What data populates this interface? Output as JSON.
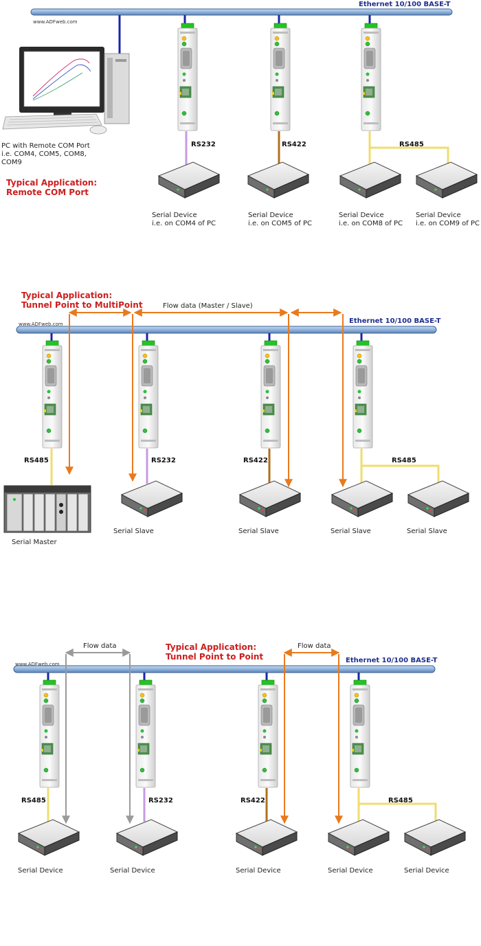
{
  "panels": [
    {
      "website": "www.ADFweb.com",
      "bus_label": "Ethernet 10/100 BASE-T",
      "title_line1": "Typical Application:",
      "title_line2": "Remote COM Port",
      "pc_label_line1": "PC with Remote COM Port",
      "pc_label_line2": "i.e. COM4, COM5, COM8,",
      "pc_label_line3": "COM9",
      "protocols": [
        "RS232",
        "RS422",
        "RS485"
      ],
      "devices": [
        {
          "line1": "Serial Device",
          "line2": "i.e. on COM4 of PC"
        },
        {
          "line1": "Serial Device",
          "line2": "i.e. on COM5 of PC"
        },
        {
          "line1": "Serial Device",
          "line2": "i.e. on COM8 of PC"
        },
        {
          "line1": "Serial Device",
          "line2": "i.e. on COM9 of PC"
        }
      ]
    },
    {
      "website": "www.ADFweb.com",
      "bus_label": "Ethernet 10/100 BASE-T",
      "title_line1": "Typical Application:",
      "title_line2": "Tunnel Point to MultiPoint",
      "flow_label": "Flow data (Master / Slave)",
      "protocols": [
        "RS485",
        "RS232",
        "RS422",
        "RS485"
      ],
      "master_label": "Serial Master",
      "devices": [
        "Serial Slave",
        "Serial Slave",
        "Serial Slave",
        "Serial Slave"
      ]
    },
    {
      "website": "www.ADFweb.com",
      "bus_label": "Ethernet 10/100 BASE-T",
      "title_line1": "Typical Application:",
      "title_line2": "Tunnel Point to Point",
      "flow_label_left": "Flow data",
      "flow_label_right": "Flow data",
      "protocols": [
        "RS485",
        "RS232",
        "RS422",
        "RS485"
      ],
      "devices": [
        "Serial Device",
        "Serial Device",
        "Serial Device",
        "Serial Device",
        "Serial Device"
      ]
    }
  ],
  "colors": {
    "bus": "#8fb3dc",
    "bus_edge": "#3a5f8f",
    "title": "#cc1f1f",
    "rs232": "#c79ae3",
    "rs422": "#b0701e",
    "rs485": "#f0dc6e",
    "flow_orange": "#e87a1e",
    "flow_gray": "#9a9a9a",
    "uplink": "#1a24a8"
  }
}
